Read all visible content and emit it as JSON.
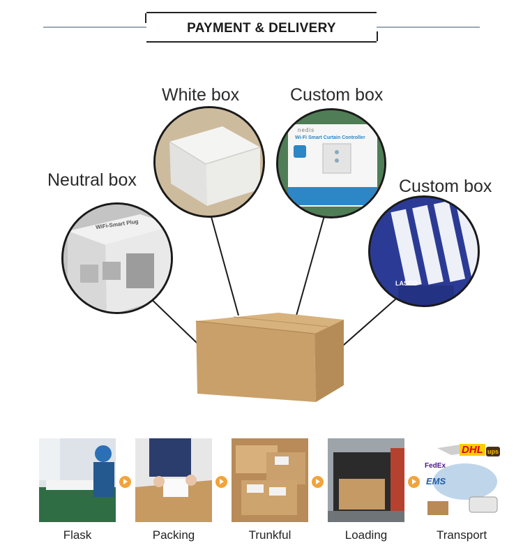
{
  "header": {
    "title": "PAYMENT & DELIVERY"
  },
  "packaging": {
    "white_box_label": "White box",
    "custom_box_label_1": "Custom box",
    "neutral_box_label": "Neutral box",
    "custom_box_label_2": "Custom box",
    "neutral_package_text": "WiFi-Smart Plug",
    "custom_package_brand": "nedis",
    "custom_package_title": "Wi-Fi Smart Curtain Controller",
    "strip_brand": "LASCO"
  },
  "process_steps": [
    {
      "label": "Flask"
    },
    {
      "label": "Packing"
    },
    {
      "label": "Trunkful"
    },
    {
      "label": "Loading"
    },
    {
      "label": "Transport"
    }
  ],
  "carriers": {
    "dhl": "DHL",
    "ups": "ups",
    "fedex": "FedEx",
    "ems": "EMS"
  },
  "colors": {
    "cardboard": "#c8a26e",
    "arrow": "#f2a33a",
    "header_line": "#9aa8b8"
  }
}
